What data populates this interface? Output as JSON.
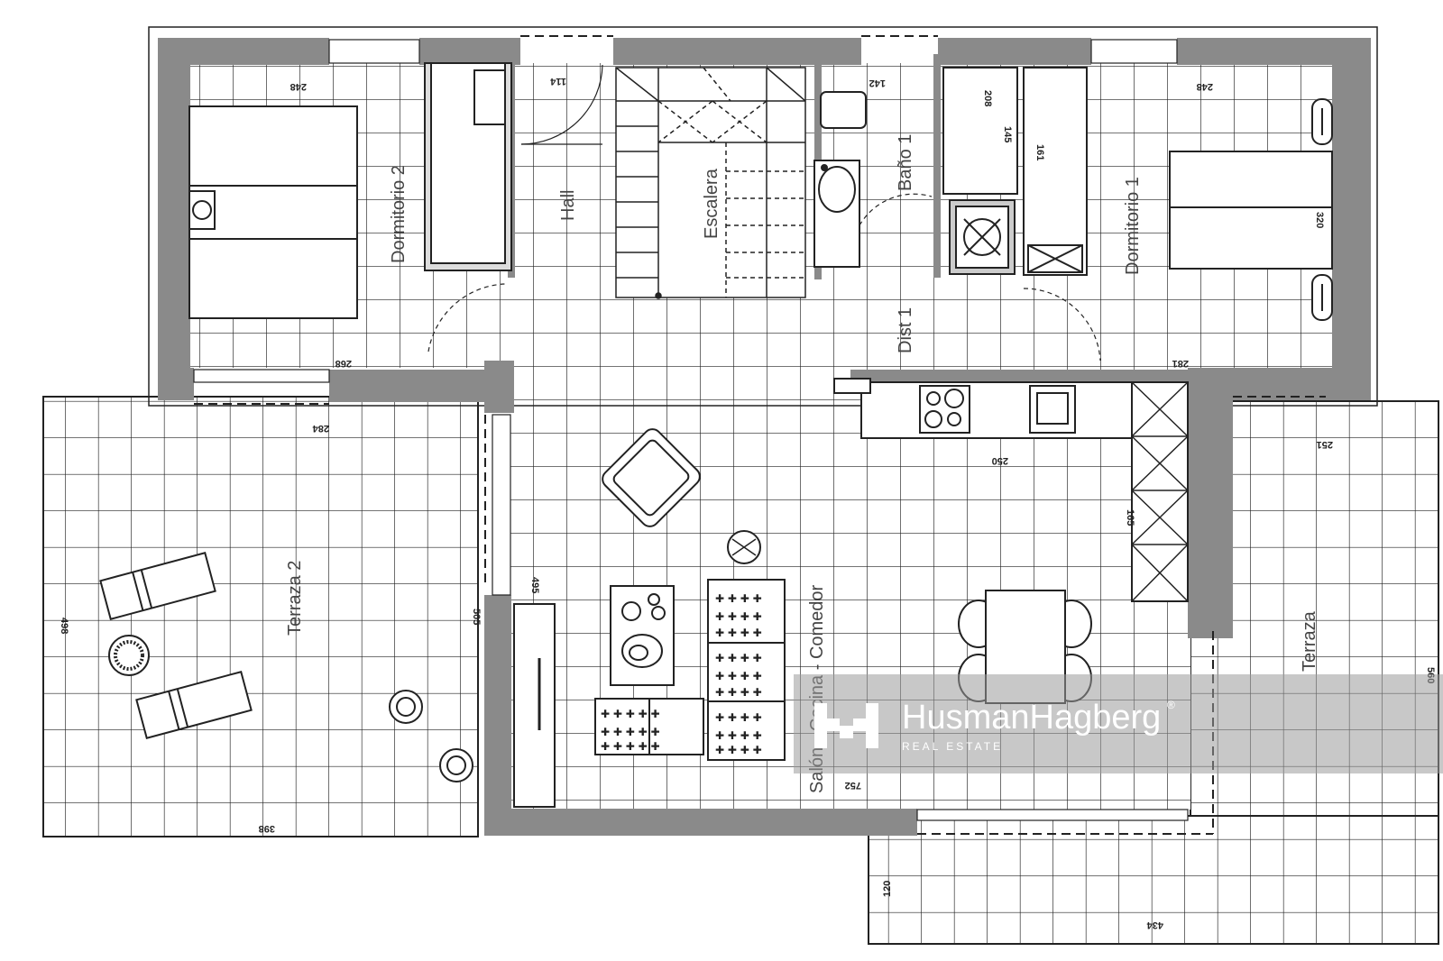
{
  "rooms": {
    "dormitorio2": "Dormitorio 2",
    "hall": "Hall",
    "escalera": "Escalera",
    "bano1": "Baño 1",
    "dormitorio1": "Dormitorio 1",
    "dist1": "Dist 1",
    "terraza2": "Terraza 2",
    "salon": "Salón - Cocina - Comedor",
    "terraza": "Terraza"
  },
  "dimensions": {
    "d_top_left": "248",
    "d_hall": "114",
    "d_bath_top": "142",
    "d_top_a": "208",
    "d_top_right": "248",
    "d_v145": "145",
    "d_v161": "161",
    "d_v320": "320",
    "d_dorm2_bottom": "268",
    "d_dorm1_bottom": "281",
    "d_terr2_top": "284",
    "d_terr_right_top": "251",
    "d_kitchen": "250",
    "d_v165": "165",
    "d_v495": "495",
    "d_v498": "498",
    "d_v505": "505",
    "d_terr2_bottom": "398",
    "d_v560": "560",
    "d_salon_bottom": "752",
    "d_v120": "120",
    "d_front_bottom": "434"
  },
  "watermark": {
    "brand": "HusmanHagberg",
    "sub": "REAL ESTATE",
    "reg": "®"
  },
  "colors": {
    "wall": "#8a8a8a",
    "line": "#222222",
    "watermark_band": "#9a9a9a"
  }
}
